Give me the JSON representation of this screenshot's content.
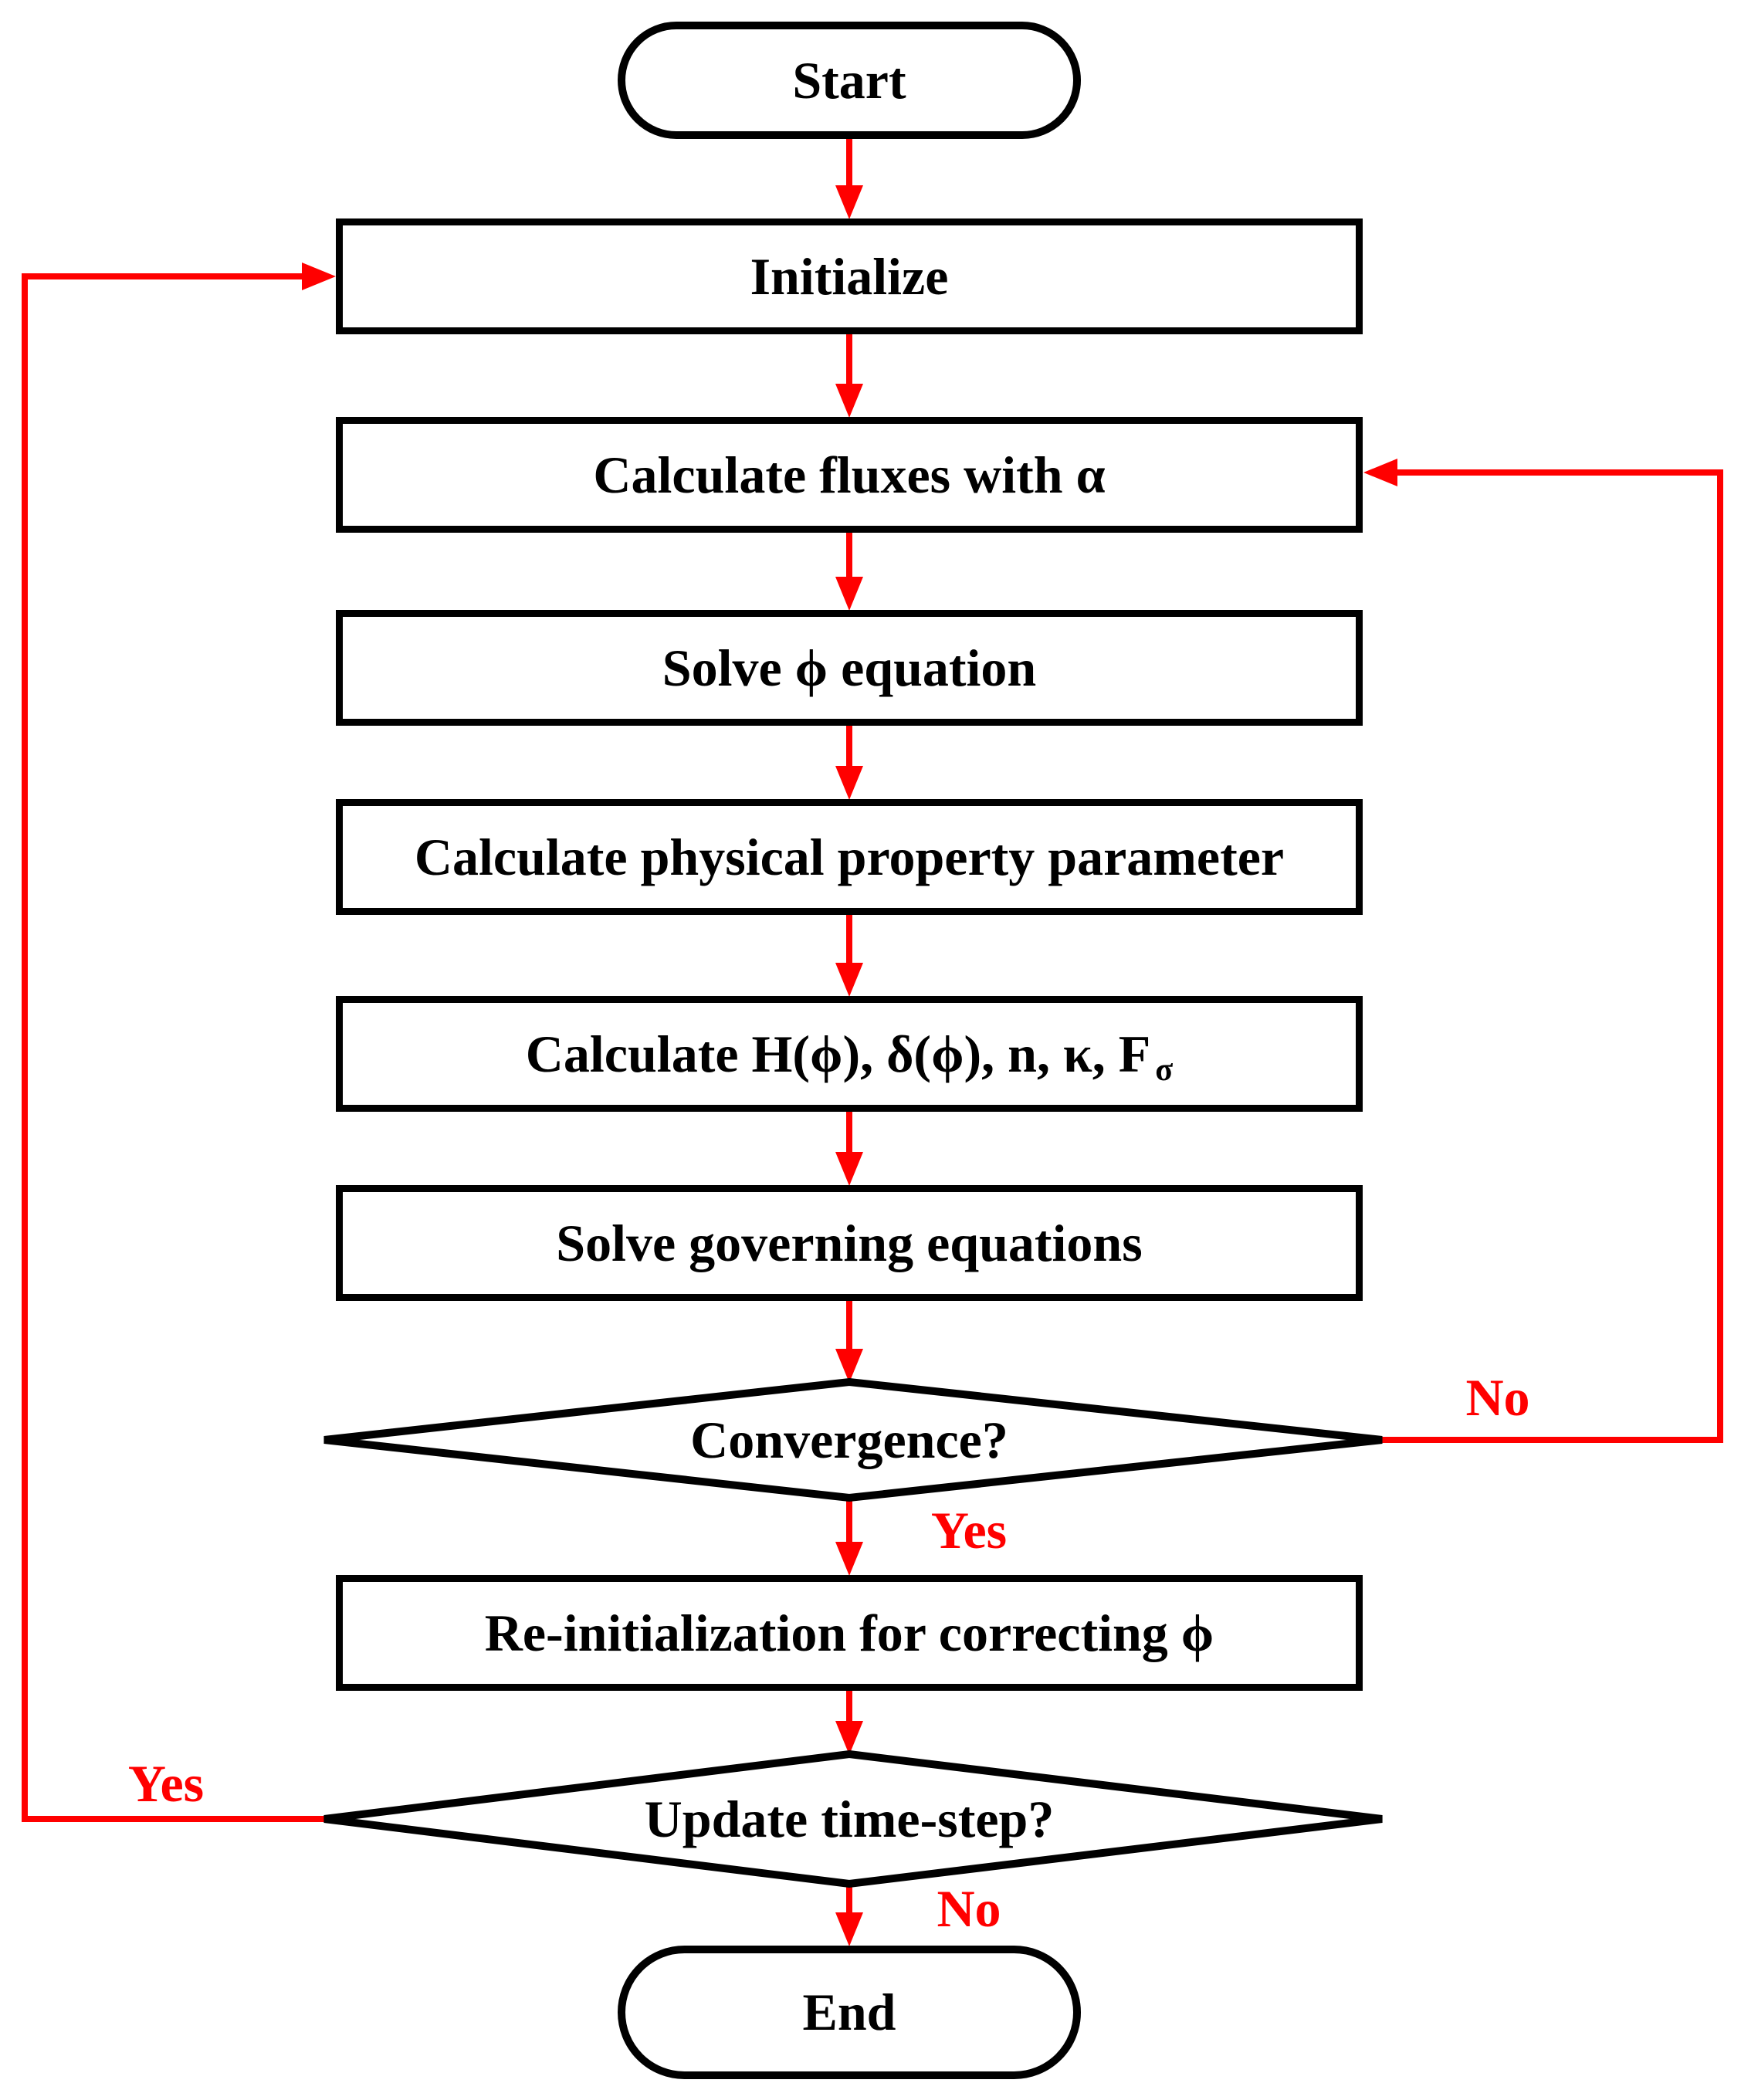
{
  "flowchart": {
    "nodes": {
      "start": {
        "label": "Start"
      },
      "initialize": {
        "label": "Initialize"
      },
      "calc_fluxes": {
        "label": "Calculate fluxes with α"
      },
      "solve_phi": {
        "label": "Solve ϕ equation"
      },
      "calc_physical": {
        "label": "Calculate physical property parameter"
      },
      "calc_h": {
        "label_main": "Calculate H(ϕ), δ(ϕ), n, κ, F",
        "label_sub": "σ"
      },
      "solve_governing": {
        "label": "Solve governing equations"
      },
      "convergence": {
        "label": "Convergence?"
      },
      "reinit": {
        "label": "Re-initialization for correcting ϕ"
      },
      "update_timestep": {
        "label": "Update time-step?"
      },
      "end": {
        "label": "End"
      }
    },
    "edge_labels": {
      "convergence_yes": "Yes",
      "convergence_no": "No",
      "update_yes": "Yes",
      "update_no": "No"
    },
    "colors": {
      "arrow": "#ff0000",
      "outline": "#000000",
      "background": "#ffffff",
      "text": "#000000"
    }
  }
}
